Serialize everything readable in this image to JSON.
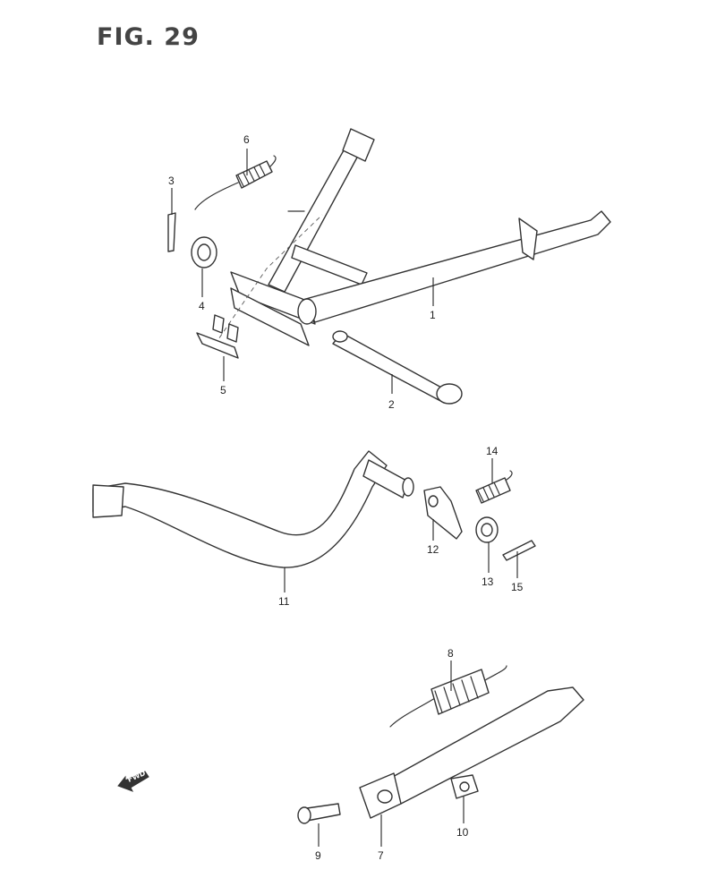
{
  "figure": {
    "title": "FIG. 29",
    "fwd_label": "FWD"
  },
  "callouts": {
    "c1": "1",
    "c2": "2",
    "c3": "3",
    "c4": "4",
    "c5": "5",
    "c6": "6",
    "c7": "7",
    "c8": "8",
    "c9": "9",
    "c10": "10",
    "c11": "11",
    "c12": "12",
    "c13": "13",
    "c14": "14",
    "c15": "15"
  },
  "icons": {
    "fwd_arrow": "fwd-arrow-icon"
  }
}
